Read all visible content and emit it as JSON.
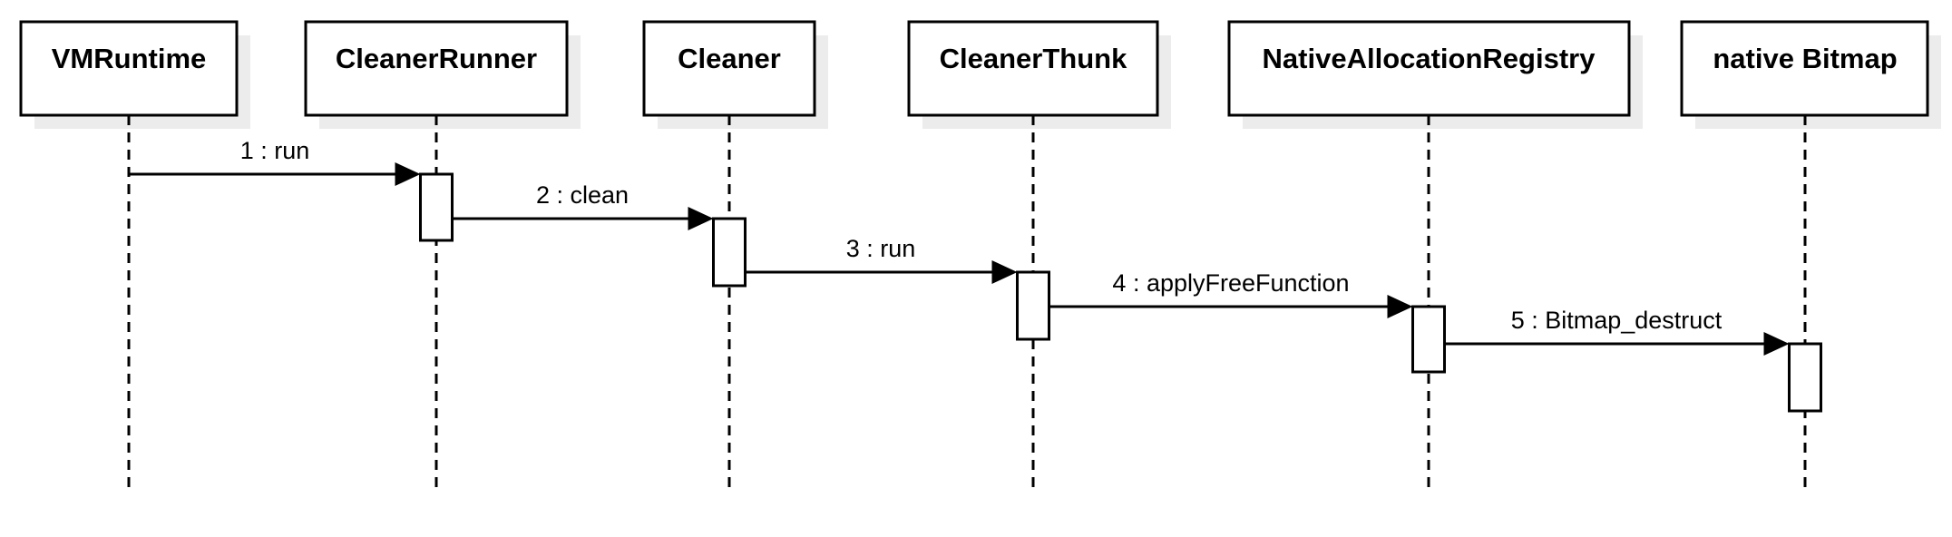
{
  "diagram": {
    "kind": "uml-sequence-diagram",
    "colors": {
      "background": "#ffffff",
      "line": "#000000",
      "text": "#000000",
      "box_fill": "#ffffff",
      "shadow": "#ececec"
    }
  },
  "participants": [
    {
      "name": "VMRuntime"
    },
    {
      "name": "CleanerRunner"
    },
    {
      "name": "Cleaner"
    },
    {
      "name": "CleanerThunk"
    },
    {
      "name": "NativeAllocationRegistry"
    },
    {
      "name": "native Bitmap"
    }
  ],
  "messages": [
    {
      "seq": "1",
      "label": "1 : run",
      "from": "VMRuntime",
      "to": "CleanerRunner"
    },
    {
      "seq": "2",
      "label": "2 : clean",
      "from": "CleanerRunner",
      "to": "Cleaner"
    },
    {
      "seq": "3",
      "label": "3 : run",
      "from": "Cleaner",
      "to": "CleanerThunk"
    },
    {
      "seq": "4",
      "label": "4 : applyFreeFunction",
      "from": "CleanerThunk",
      "to": "NativeAllocationRegistry"
    },
    {
      "seq": "5",
      "label": "5 : Bitmap_destruct",
      "from": "NativeAllocationRegistry",
      "to": "native Bitmap"
    }
  ]
}
